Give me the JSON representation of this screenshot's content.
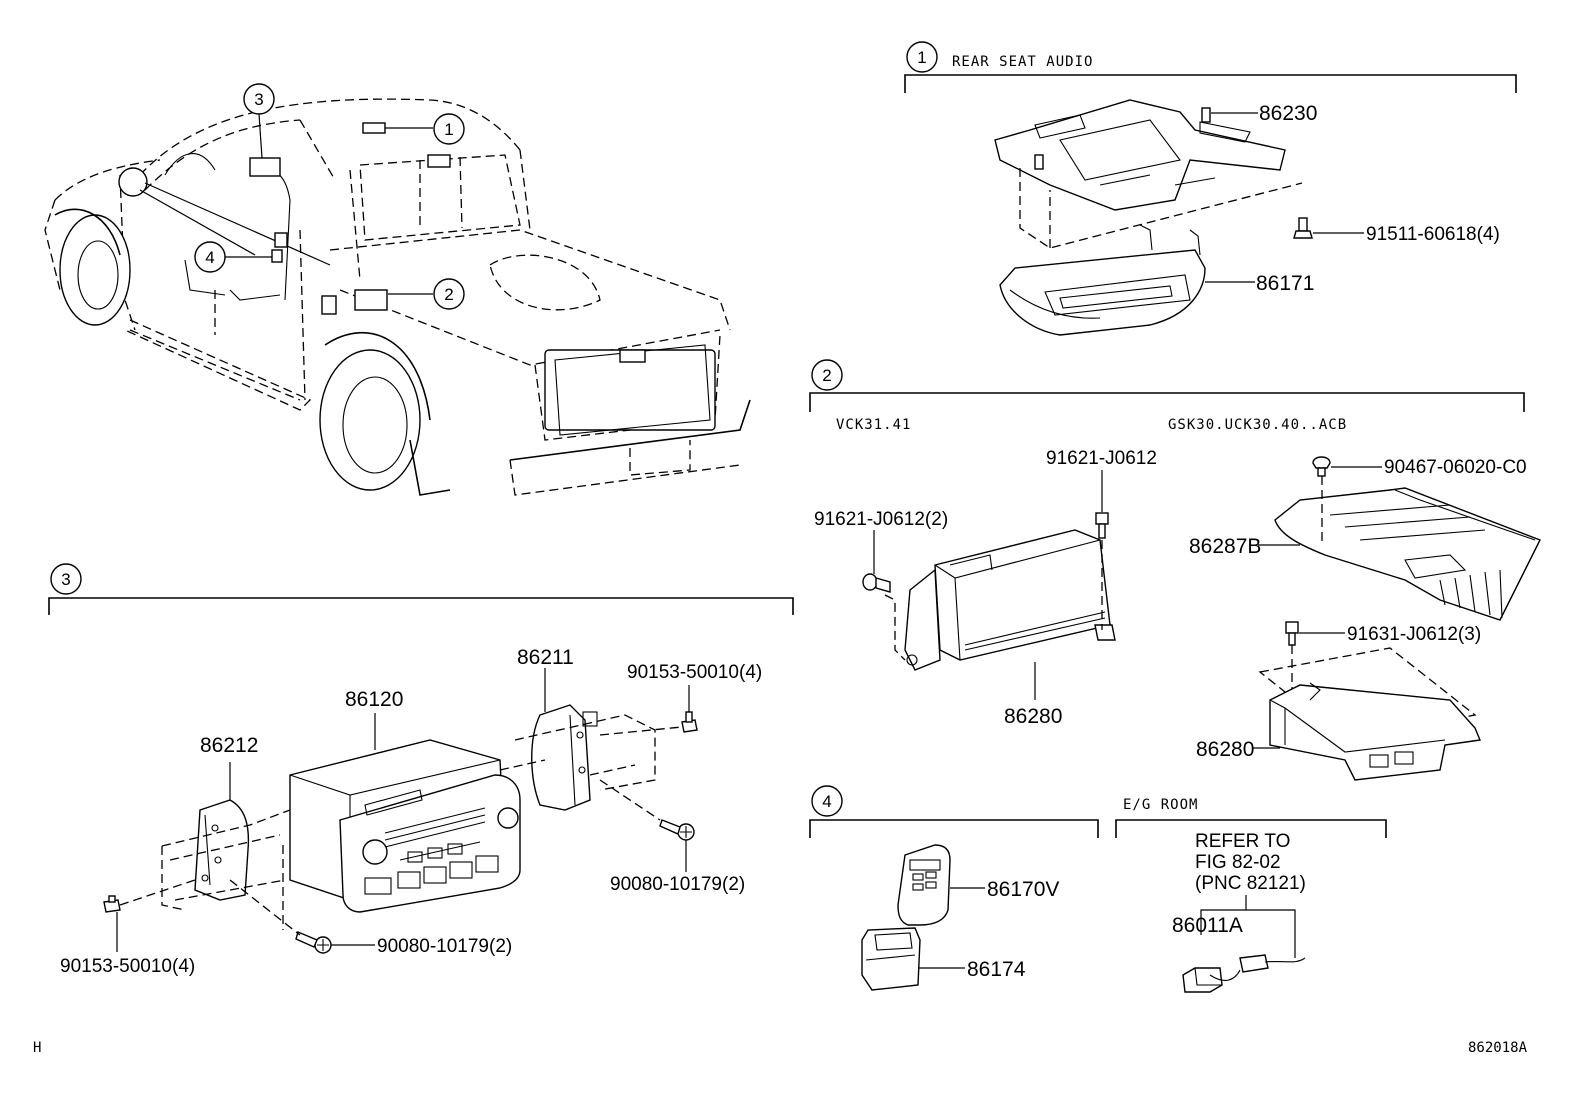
{
  "sections": {
    "s1": {
      "number": "1",
      "title": "REAR SEAT AUDIO"
    },
    "s2": {
      "number": "2",
      "variant_left": "VCK31.41",
      "variant_right": "GSK30.UCK30.40..ACB"
    },
    "s3": {
      "number": "3"
    },
    "s4": {
      "number": "4"
    },
    "eg": {
      "title": "E/G ROOM",
      "refer_line1": "REFER TO",
      "refer_line2": "FIG  82-02",
      "refer_line3": "(PNC 82121)"
    }
  },
  "vehicle_callouts": [
    "1",
    "2",
    "3",
    "4"
  ],
  "parts": {
    "p86230": "86230",
    "p91511": "91511-60618(4)",
    "p86171": "86171",
    "p91621_single": "91621-J0612",
    "p91621_double": "91621-J0612(2)",
    "p86280_left": "86280",
    "p90467": "90467-06020-C0",
    "p86287B": "86287B",
    "p91631": "91631-J0612(3)",
    "p86280_right": "86280",
    "p86211": "86211",
    "p90153_top": "90153-50010(4)",
    "p86120": "86120",
    "p86212": "86212",
    "p90080_right": "90080-10179(2)",
    "p90153_bottom": "90153-50010(4)",
    "p90080_bottom": "90080-10179(2)",
    "p86170V": "86170V",
    "p86174": "86174",
    "p86011A": "86011A"
  },
  "footer": {
    "corner_left": "H",
    "diagram_id": "862018A"
  }
}
